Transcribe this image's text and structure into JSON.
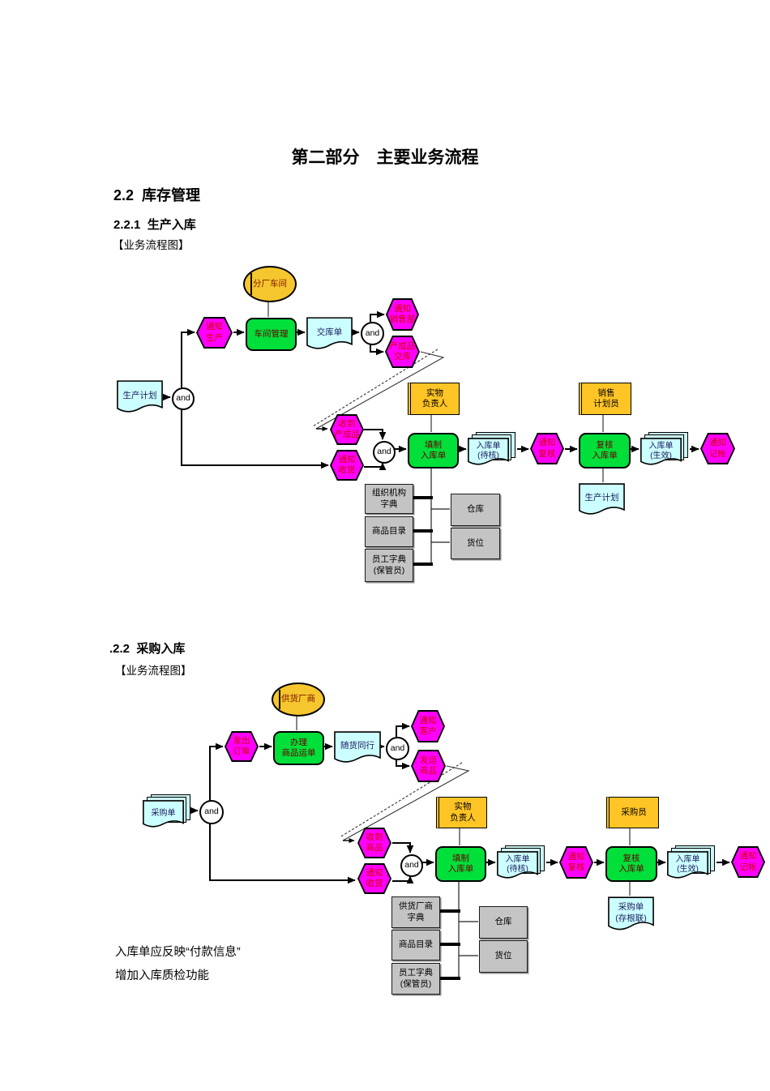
{
  "page": {
    "title": "第二部分　主要业务流程",
    "section_heading": "2.2  库存管理",
    "sub1": {
      "heading": "2.2.1  生产入库",
      "figure_label": "【业务流程图】"
    },
    "sub2": {
      "heading": ".2.2  采购入库",
      "figure_label": "【业务流程图】"
    },
    "notes": {
      "line1": "入库单应反映“付款信息”",
      "line2": "增加入库质检功能"
    }
  },
  "and_label": "and",
  "colors": {
    "hexagon_fill": "#FF00FF",
    "hexagon_text": "#D40000",
    "process_fill": "#00DF3A",
    "process_text": "#6B0000",
    "document_fill": "#CCFFFF",
    "document_text": "#1A1A5E",
    "role_fill": "#FFC425",
    "org_ellipse_fill": "#F6C62E",
    "datastore_fill": "#C4C4C4"
  },
  "d1": {
    "org_unit": "分厂车间",
    "notify_production": "通知\n生产",
    "workshop_mgmt": "车间管理",
    "delivery_note": "交库单",
    "notify_sales_dept": "通知\n销售部",
    "finished_delivery": "产成品\n交库",
    "production_plan": "生产计划",
    "receive_finished": "收到\n产成品",
    "notify_receiving": "通知\n收货",
    "physical_owner": "实物\n负责人",
    "fill_receipt": "填制\n入库单",
    "receipt_pending": "入库单\n(待核)",
    "notify_review": "通知\n复核",
    "sales_planner": "销售\n计划员",
    "review_receipt": "复核\n入库单",
    "receipt_effective": "入库单\n(生效)",
    "notify_booking": "通知\n记帐",
    "production_plan2": "生产计划",
    "org_dict": "组织机构\n字典",
    "product_catalog": "商品目录",
    "employee_dict": "员工字典\n(保管员)",
    "warehouse": "仓库",
    "location": "货位"
  },
  "d2": {
    "org_unit": "供货厂商",
    "issue_order": "发出\n订单",
    "handle_waybill": "办理\n商品运单",
    "accompany_doc": "随货同行",
    "notify_customer": "通知\n客户",
    "ship_goods": "发运\n商品",
    "purchase_orders": "采购单",
    "receive_goods": "收到\n商品",
    "notify_receiving": "通知\n收货",
    "physical_owner": "实物\n负责人",
    "fill_receipt": "填制\n入库单",
    "receipt_pending": "入库单\n(待核)",
    "notify_review": "通知\n复核",
    "buyer": "采购员",
    "review_receipt": "复核\n入库单",
    "receipt_effective": "入库单\n(生效)",
    "notify_booking": "通知\n记帐",
    "po_stub": "采购单\n(存根联)",
    "supplier_dict": "供货厂商\n字典",
    "product_catalog": "商品目录",
    "employee_dict": "员工字典\n(保管员)",
    "warehouse": "仓库",
    "location": "货位"
  }
}
